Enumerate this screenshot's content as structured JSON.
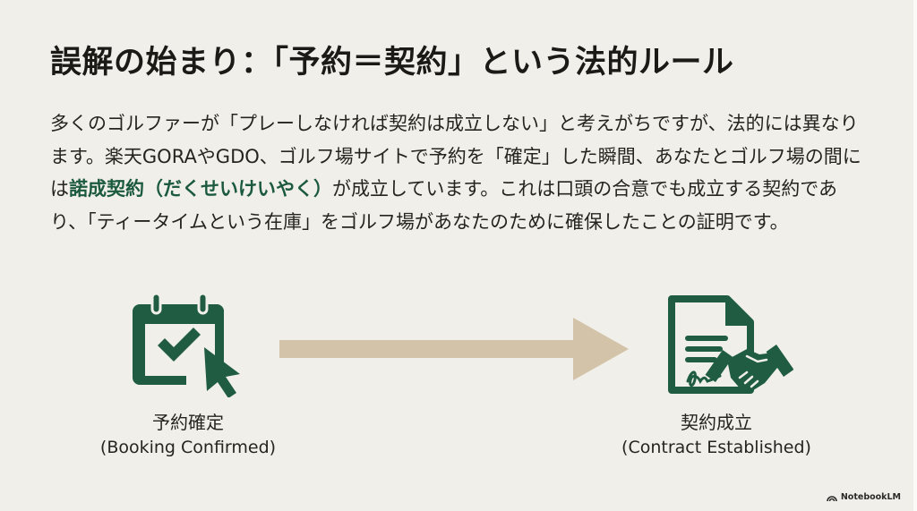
{
  "slide": {
    "title": "誤解の始まり：「予約＝契約」という法的ルール",
    "body": {
      "before_highlight": "多くのゴルファーが「プレーしなければ契約は成立しない」と考えがちですが、法的には異なります。楽天GORAやGDO、ゴルフ場サイトで予約を「確定」した瞬間、あなたとゴルフ場の間には",
      "highlight": "諾成契約（だくせいけいやく）",
      "after_highlight": "が成立しています。これは口頭の合意でも成立する契約であり、「ティータイムという在庫」をゴルフ場があなたのために確保したことの証明です。"
    },
    "flow": {
      "left": {
        "icon": "calendar-check-cursor-icon",
        "label_jp": "予約確定",
        "label_en": "(Booking Confirmed)"
      },
      "connector": {
        "icon": "right-arrow-icon"
      },
      "right": {
        "icon": "signed-contract-handshake-icon",
        "label_jp": "契約成立",
        "label_en": "(Contract Established)"
      }
    },
    "branding": {
      "label": "NotebookLM",
      "icon": "notebooklm-logo-icon"
    }
  },
  "colors": {
    "background": "#f1efea",
    "text": "#26241f",
    "title": "#1c1a17",
    "accent_green": "#1c5a3e",
    "icon_green": "#1f5c42",
    "arrow_tan": "#d3c3a8"
  }
}
